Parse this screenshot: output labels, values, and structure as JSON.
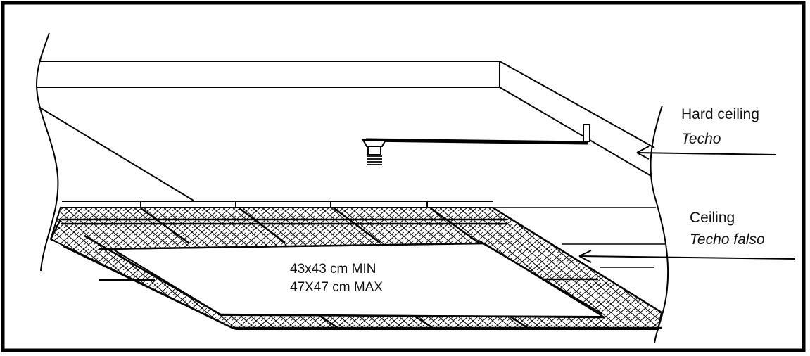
{
  "labels": {
    "hard_ceiling": "Hard ceiling",
    "hard_ceiling_es": "Techo",
    "ceiling": "Ceiling",
    "ceiling_es": "Techo falso"
  },
  "opening": {
    "min": "43x43 cm MIN",
    "max": "47X47 cm MAX"
  },
  "colors": {
    "line": "#000000",
    "background": "#ffffff"
  }
}
